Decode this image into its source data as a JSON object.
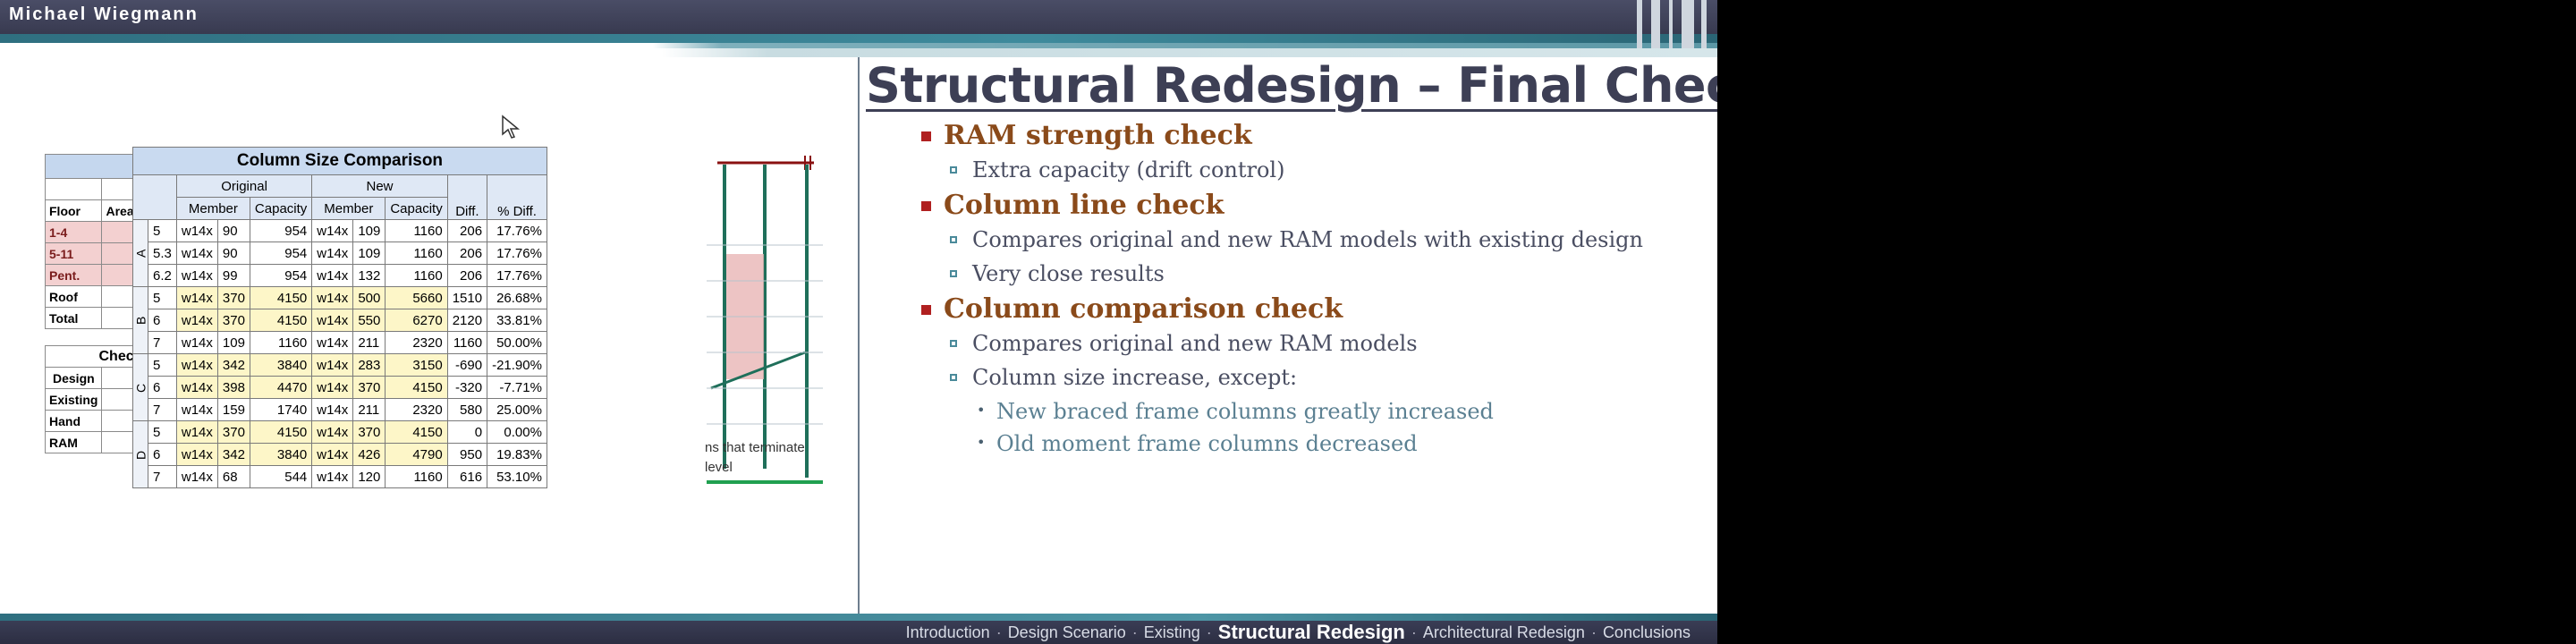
{
  "header": {
    "author": "Michael Wiegmann"
  },
  "slide": {
    "title": "Structural Redesign – Final Checks",
    "bullets": [
      {
        "level": 1,
        "text": "RAM strength check"
      },
      {
        "level": 2,
        "text": "Extra capacity (drift control)"
      },
      {
        "level": 1,
        "text": "Column line check"
      },
      {
        "level": 2,
        "text": "Compares original and new RAM models with existing design"
      },
      {
        "level": 2,
        "text": "Very close results"
      },
      {
        "level": 1,
        "text": "Column comparison check"
      },
      {
        "level": 2,
        "text": "Compares original and new RAM models"
      },
      {
        "level": 2,
        "text": "Column size increase, except:"
      },
      {
        "level": 3,
        "text": "New braced frame columns greatly increased"
      },
      {
        "level": 3,
        "text": "Old moment frame columns decreased"
      }
    ]
  },
  "nav": {
    "items": [
      "Introduction",
      "Design Scenario",
      "Existing",
      "Structural Redesign",
      "Architectural Redesign",
      "Conclusions"
    ],
    "active": "Structural Redesign",
    "separator": "·"
  },
  "side_table": {
    "header": [
      "Floor",
      "Area"
    ],
    "floors": [
      "1-4",
      "5-11",
      "Pent.",
      "Roof",
      "Total"
    ],
    "check_label": "Chec",
    "check_rows": [
      "Design",
      "Existing",
      "Hand",
      "RAM"
    ]
  },
  "column_table": {
    "title": "Column Size Comparison",
    "group_original": "Original",
    "group_new": "New",
    "headers": [
      "Member",
      "Capacity",
      "Member",
      "Capacity",
      "Diff.",
      "% Diff."
    ],
    "rows": [
      {
        "line": "A",
        "floor": "5",
        "orig_member": "w14x",
        "orig_size": "90",
        "orig_cap": "954",
        "new_member": "w14x",
        "new_size": "109",
        "new_cap": "1160",
        "diff": "206",
        "pct": "17.76%",
        "hl": false
      },
      {
        "line": "A",
        "floor": "5.3",
        "orig_member": "w14x",
        "orig_size": "90",
        "orig_cap": "954",
        "new_member": "w14x",
        "new_size": "109",
        "new_cap": "1160",
        "diff": "206",
        "pct": "17.76%",
        "hl": false
      },
      {
        "line": "A",
        "floor": "6.2",
        "orig_member": "w14x",
        "orig_size": "99",
        "orig_cap": "954",
        "new_member": "w14x",
        "new_size": "132",
        "new_cap": "1160",
        "diff": "206",
        "pct": "17.76%",
        "hl": false
      },
      {
        "line": "B",
        "floor": "5",
        "orig_member": "w14x",
        "orig_size": "370",
        "orig_cap": "4150",
        "new_member": "w14x",
        "new_size": "500",
        "new_cap": "5660",
        "diff": "1510",
        "pct": "26.68%",
        "hl": true
      },
      {
        "line": "B",
        "floor": "6",
        "orig_member": "w14x",
        "orig_size": "370",
        "orig_cap": "4150",
        "new_member": "w14x",
        "new_size": "550",
        "new_cap": "6270",
        "diff": "2120",
        "pct": "33.81%",
        "hl": true
      },
      {
        "line": "B",
        "floor": "7",
        "orig_member": "w14x",
        "orig_size": "109",
        "orig_cap": "1160",
        "new_member": "w14x",
        "new_size": "211",
        "new_cap": "2320",
        "diff": "1160",
        "pct": "50.00%",
        "hl": false
      },
      {
        "line": "C",
        "floor": "5",
        "orig_member": "w14x",
        "orig_size": "342",
        "orig_cap": "3840",
        "new_member": "w14x",
        "new_size": "283",
        "new_cap": "3150",
        "diff": "-690",
        "pct": "-21.90%",
        "hl": true
      },
      {
        "line": "C",
        "floor": "6",
        "orig_member": "w14x",
        "orig_size": "398",
        "orig_cap": "4470",
        "new_member": "w14x",
        "new_size": "370",
        "new_cap": "4150",
        "diff": "-320",
        "pct": "-7.71%",
        "hl": true
      },
      {
        "line": "C",
        "floor": "7",
        "orig_member": "w14x",
        "orig_size": "159",
        "orig_cap": "1740",
        "new_member": "w14x",
        "new_size": "211",
        "new_cap": "2320",
        "diff": "580",
        "pct": "25.00%",
        "hl": false
      },
      {
        "line": "D",
        "floor": "5",
        "orig_member": "w14x",
        "orig_size": "370",
        "orig_cap": "4150",
        "new_member": "w14x",
        "new_size": "370",
        "new_cap": "4150",
        "diff": "0",
        "pct": "0.00%",
        "hl": true
      },
      {
        "line": "D",
        "floor": "6",
        "orig_member": "w14x",
        "orig_size": "342",
        "orig_cap": "3840",
        "new_member": "w14x",
        "new_size": "426",
        "new_cap": "4790",
        "diff": "950",
        "pct": "19.83%",
        "hl": true
      },
      {
        "line": "D",
        "floor": "7",
        "orig_member": "w14x",
        "orig_size": "68",
        "orig_cap": "544",
        "new_member": "w14x",
        "new_size": "120",
        "new_cap": "1160",
        "diff": "616",
        "pct": "53.10%",
        "hl": false
      }
    ]
  },
  "note": {
    "line1": "ns that terminate",
    "line2": "level"
  },
  "colors": {
    "title": "#3d3f55",
    "level1": "#8a4a1a",
    "level1_bullet": "#b02020",
    "level2": "#4a4e62",
    "level3": "#5b8092",
    "accent": "#2f6f80"
  }
}
